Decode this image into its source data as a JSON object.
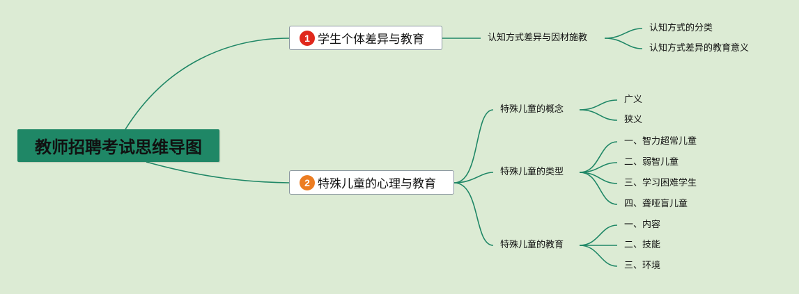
{
  "root": {
    "title": "教师招聘考试思维导图"
  },
  "topics": [
    {
      "number": "1",
      "label": "学生个体差异与教育",
      "subtopics": [
        {
          "label": "认知方式差异与因材施教",
          "items": [
            "认知方式的分类",
            "认知方式差异的教育意义"
          ]
        }
      ]
    },
    {
      "number": "2",
      "label": "特殊儿童的心理与教育",
      "subtopics": [
        {
          "label": "特殊儿童的概念",
          "items": [
            "广义",
            "狭义"
          ]
        },
        {
          "label": "特殊儿童的类型",
          "items": [
            "一、智力超常儿童",
            "二、弱智儿童",
            "三、学习困难学生",
            "四、聋哑盲儿童"
          ]
        },
        {
          "label": "特殊儿童的教育",
          "items": [
            "一、内容",
            "二、技能",
            "三、环境"
          ]
        }
      ]
    }
  ],
  "colors": {
    "background": "#dcebd4",
    "root": "#1f8766",
    "link": "#1f8766",
    "badge1": "#e0281c",
    "badge2": "#ec7d22"
  }
}
